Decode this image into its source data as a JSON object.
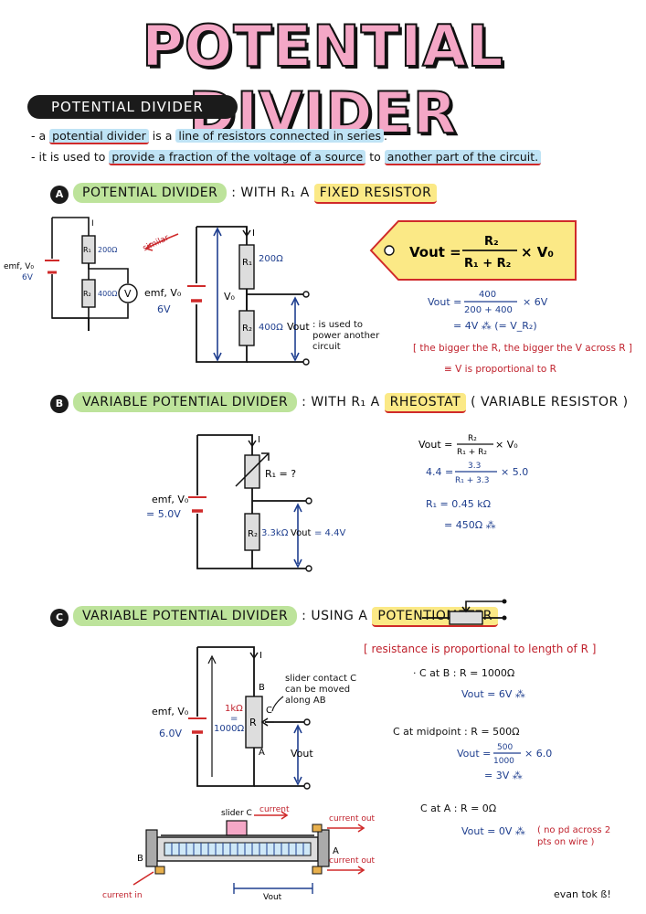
{
  "title": "POTENTIAL DIVIDER",
  "section_pill": "POTENTIAL DIVIDER",
  "bullets": {
    "b1_pre": "- a",
    "b1_term": "potential divider",
    "b1_mid": "is a",
    "b1_def": "line of resistors connected in series",
    "b1_end": ".",
    "b2_pre": "- it is used to",
    "b2_a": "provide a fraction of the voltage of a source",
    "b2_mid": "to",
    "b2_b": "another part of the circuit."
  },
  "sectionA": {
    "badge": "A",
    "title_green": "POTENTIAL DIVIDER",
    "title_mid": ": WITH R₁ A",
    "title_yellow": "FIXED RESISTOR",
    "small": {
      "current": "I",
      "r1": "R₁",
      "r1_val": "200Ω",
      "r2": "R₂",
      "r2_val": "400Ω",
      "emf": "emf, V₀",
      "emf_val": "6V",
      "meter": "V",
      "similar": "similar"
    },
    "big": {
      "current": "I",
      "r1": "R₁",
      "r1_val": "200Ω",
      "r2": "R₂",
      "r2_val": "400Ω",
      "emf": "emf, V₀",
      "emf_val": "6V",
      "v0": "V₀",
      "vout": "Vout",
      "note": ": is used to power another circuit"
    },
    "formula": {
      "lhs": "Vout =",
      "num": "R₂",
      "den": "R₁ + R₂",
      "rhs": "× V₀"
    },
    "calc": {
      "l1_lhs": "Vout =",
      "l1_num": "400",
      "l1_den": "200 + 400",
      "l1_rhs": "× 6V",
      "l2": "= 4V ⁂ (= V_R₂)"
    },
    "note_red1": "[ the bigger the R, the bigger the V across R ]",
    "note_red2": "≡ V is proportional to R"
  },
  "sectionB": {
    "badge": "B",
    "title_green": "VARIABLE POTENTIAL DIVIDER",
    "title_mid": ": WITH R₁ A",
    "title_red": "RHEOSTAT",
    "title_end": "( VARIABLE RESISTOR )",
    "circuit": {
      "current": "I",
      "r1": "R₁ = ?",
      "r2": "R₂",
      "r2_val": "3.3kΩ",
      "emf": "emf, V₀",
      "emf_val": "= 5.0V",
      "vout": "Vout",
      "vout_val": "= 4.4V"
    },
    "calc": {
      "l1_lhs": "Vout =",
      "l1_num": "R₂",
      "l1_den": "R₁ + R₂",
      "l1_rhs": "× V₀",
      "l2_lhs": "4.4 =",
      "l2_num": "3.3",
      "l2_den": "R₁ + 3.3",
      "l2_rhs": "× 5.0",
      "l3": "R₁ = 0.45 kΩ",
      "l4": "= 450Ω ⁂"
    }
  },
  "sectionC": {
    "badge": "C",
    "title_green": "VARIABLE POTENTIAL DIVIDER",
    "title_mid": ": USING A",
    "title_yellow": "POTENTIOMETER",
    "circuit": {
      "current": "I",
      "b": "B",
      "c": "C",
      "a": "A",
      "r": "R",
      "r_val1": "1kΩ",
      "r_eq": "=",
      "r_val2": "1000Ω",
      "emf": "emf, V₀",
      "emf_val": "6.0V",
      "vout": "Vout",
      "slider_note": "slider contact C can be moved along AB"
    },
    "note_red": "[ resistance is proportional to length of R ]",
    "cases": {
      "cB_l1": "· C at B :  R = 1000Ω",
      "cB_l2": "Vout = 6V ⁂",
      "cM_l1": "C at midpoint :  R = 500Ω",
      "cM_l2_lhs": "Vout =",
      "cM_l2_num": "500",
      "cM_l2_den": "1000",
      "cM_l2_rhs": "× 6.0",
      "cM_l3": "= 3V ⁂",
      "cA_l1": "C at A :  R = 0Ω",
      "cA_l2": "Vout = 0V ⁂",
      "cA_note": "( no pd across 2 pts on wire )"
    },
    "pot": {
      "slider": "slider C",
      "current": "current",
      "current_out1": "current out",
      "current_out2": "current out",
      "current_in": "current in",
      "b": "B",
      "a": "A",
      "vout": "Vout"
    }
  },
  "signature": "evan tok  ß!",
  "colors": {
    "pink": "#f4a7c6",
    "blue_ink": "#1f3f8f",
    "red_ink": "#c0222d",
    "green_hl": "#bde39b",
    "yellow_hl": "#fbe986",
    "blue_hl": "#bfe3f5"
  }
}
